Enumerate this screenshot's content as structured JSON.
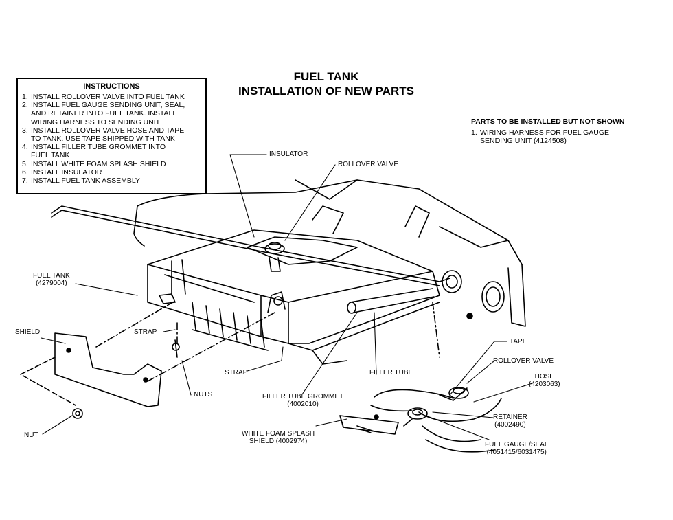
{
  "title": {
    "line1": "FUEL TANK",
    "line2": "INSTALLATION OF NEW PARTS"
  },
  "instructions": {
    "heading": "INSTRUCTIONS",
    "steps": [
      {
        "num": "1.",
        "text": "INSTALL ROLLOVER VALVE INTO FUEL TANK"
      },
      {
        "num": "2.",
        "text": "INSTALL FUEL GAUGE SENDING UNIT, SEAL,\nAND RETAINER INTO FUEL TANK. INSTALL\nWIRING HARNESS TO SENDING UNIT"
      },
      {
        "num": "3.",
        "text": "INSTALL ROLLOVER VALVE HOSE AND TAPE\nTO TANK. USE TAPE SHIPPED WITH TANK"
      },
      {
        "num": "4.",
        "text": "INSTALL FILLER TUBE GROMMET INTO\nFUEL TANK"
      },
      {
        "num": "5.",
        "text": "INSTALL WHITE FOAM SPLASH SHIELD"
      },
      {
        "num": "6.",
        "text": "INSTALL INSULATOR"
      },
      {
        "num": "7.",
        "text": "INSTALL FUEL TANK ASSEMBLY"
      }
    ]
  },
  "not_shown": {
    "heading": "PARTS TO BE INSTALLED BUT NOT SHOWN",
    "item_num": "1.",
    "item_text": "WIRING HARNESS FOR FUEL GAUGE\nSENDING UNIT (4124508)"
  },
  "labels": {
    "insulator": "INSULATOR",
    "rollover_valve_top": "ROLLOVER VALVE",
    "fuel_tank": "FUEL TANK\n(4279004)",
    "shield": "SHIELD",
    "strap_upper": "STRAP",
    "strap_lower": "STRAP",
    "nuts": "NUTS",
    "nut": "NUT",
    "filler_tube": "FILLER TUBE",
    "filler_tube_grommet": "FILLER TUBE GROMMET\n(4002010)",
    "white_foam_splash_shield": "WHITE FOAM SPLASH\nSHIELD (4002974)",
    "tape": "TAPE",
    "rollover_valve_detail": "ROLLOVER VALVE",
    "hose": "HOSE\n(4203063)",
    "retainer": "RETAINER\n(4002490)",
    "fuel_gauge_seal": "FUEL GAUGE/SEAL\n(4051415/6031475)"
  }
}
